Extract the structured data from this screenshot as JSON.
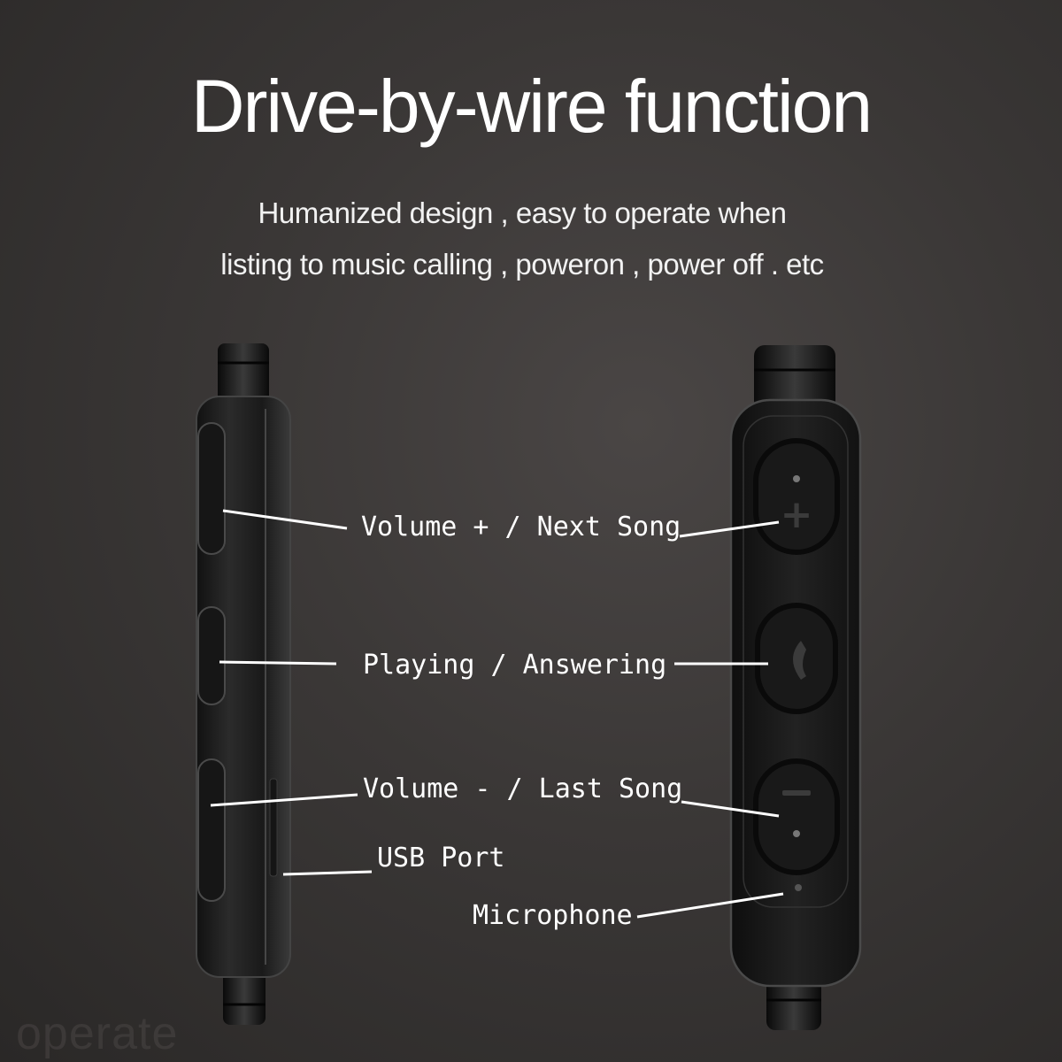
{
  "title": "Drive-by-wire function",
  "subtitle_line1": "Humanized design , easy to operate when",
  "subtitle_line2": "listing to music calling , poweron , power off . etc",
  "labels": {
    "volume_up": "Volume + / Next Song",
    "play": "Playing / Answering",
    "volume_down": "Volume - / Last Song",
    "usb": "USB Port",
    "mic": "Microphone"
  },
  "watermark": "operate",
  "colors": {
    "background": "#3a3736",
    "device": "#1c1c1c",
    "text": "#ffffff"
  }
}
